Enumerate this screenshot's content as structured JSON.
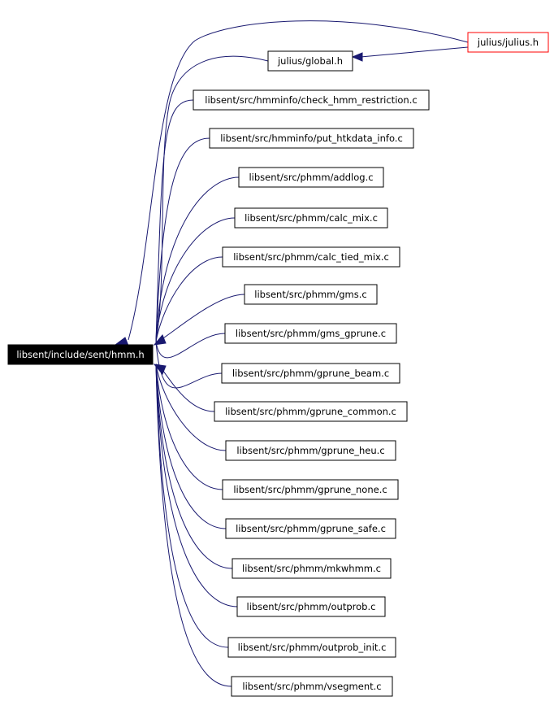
{
  "graph": {
    "root": "libsent/include/sent/hmm.h",
    "top_file": "julius/julius.h",
    "global": "julius/global.h",
    "includers": [
      "libsent/src/hmminfo/check_hmm_restriction.c",
      "libsent/src/hmminfo/put_htkdata_info.c",
      "libsent/src/phmm/addlog.c",
      "libsent/src/phmm/calc_mix.c",
      "libsent/src/phmm/calc_tied_mix.c",
      "libsent/src/phmm/gms.c",
      "libsent/src/phmm/gms_gprune.c",
      "libsent/src/phmm/gprune_beam.c",
      "libsent/src/phmm/gprune_common.c",
      "libsent/src/phmm/gprune_heu.c",
      "libsent/src/phmm/gprune_none.c",
      "libsent/src/phmm/gprune_safe.c",
      "libsent/src/phmm/mkwhmm.c",
      "libsent/src/phmm/outprob.c",
      "libsent/src/phmm/outprob_init.c",
      "libsent/src/phmm/vsegment.c"
    ],
    "colors": {
      "edge": "#191970",
      "highlight_border": "#ff0000",
      "root_fill": "#000000"
    }
  }
}
